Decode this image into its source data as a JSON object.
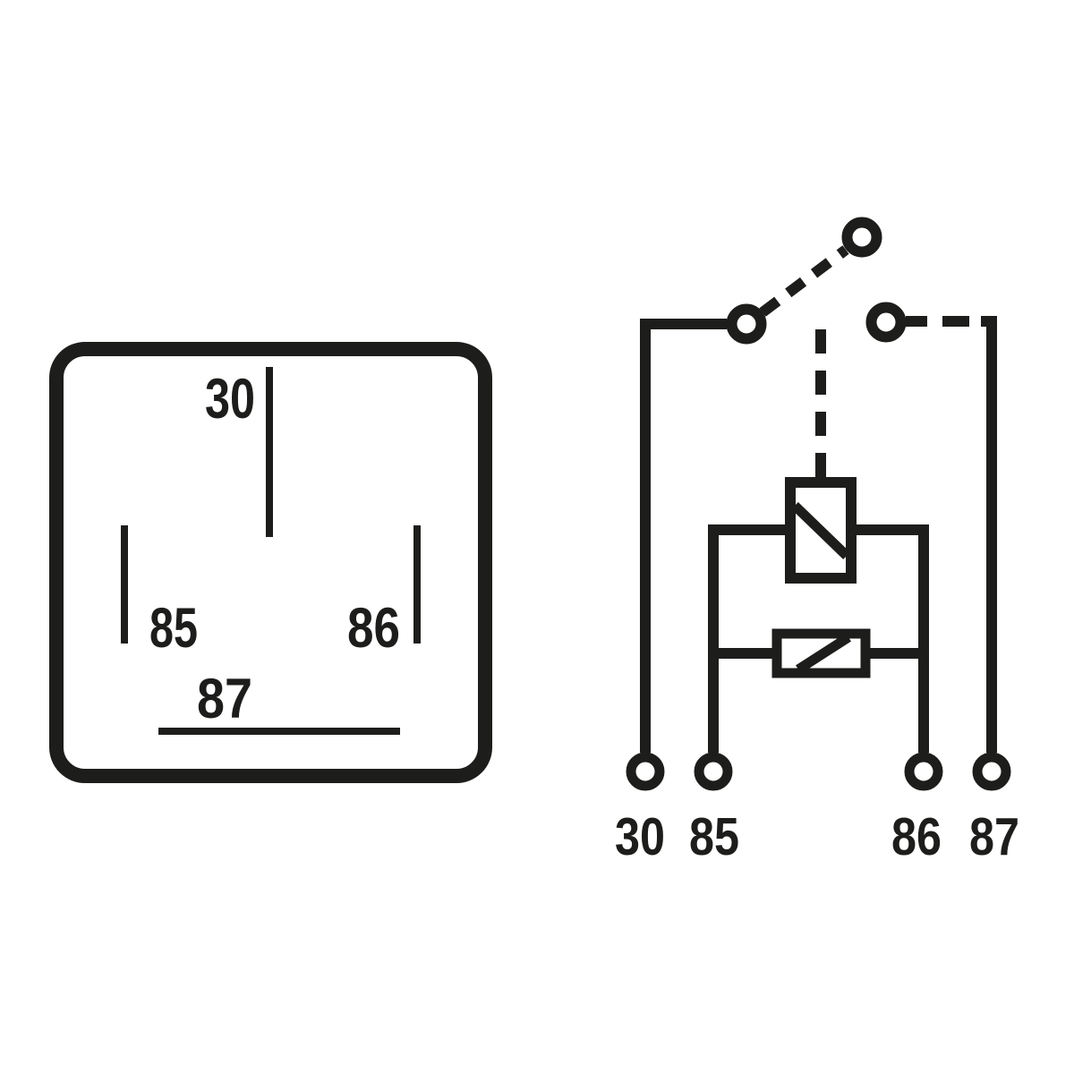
{
  "colors": {
    "line": "#1d1d1b",
    "background": "#ffffff"
  },
  "pinout_panel": {
    "pin_labels": {
      "p30": "30",
      "p85": "85",
      "p86": "86",
      "p87": "87"
    }
  },
  "schematic_panel": {
    "terminal_labels": {
      "t30": "30",
      "t85": "85",
      "t86": "86",
      "t87": "87"
    }
  }
}
